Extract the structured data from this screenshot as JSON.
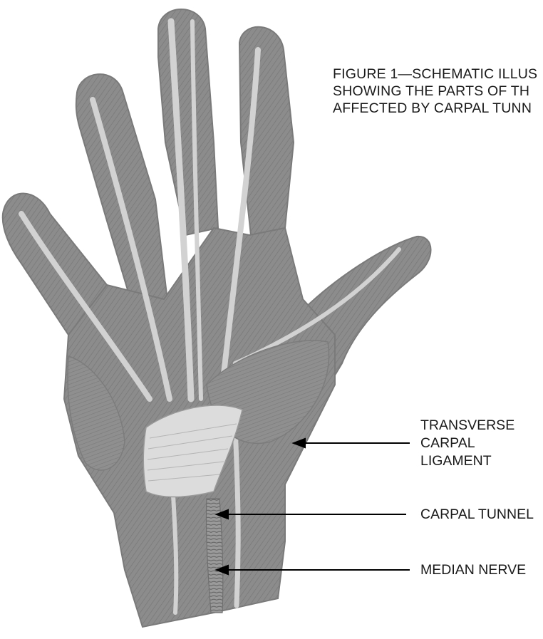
{
  "caption": {
    "line1": "FIGURE 1—SCHEMATIC ILLUS",
    "line2": "SHOWING THE PARTS OF TH",
    "line3": "AFFECTED BY CARPAL TUNN"
  },
  "labels": {
    "ligament": {
      "line1": "TRANSVERSE",
      "line2": "CARPAL",
      "line3": "LIGAMENT"
    },
    "tunnel": "CARPAL TUNNEL",
    "nerve": "MEDIAN NERVE"
  },
  "colors": {
    "illustration": "#8a8a8a",
    "illustration_dark": "#6e6e6e",
    "illustration_light": "#c9c9c9",
    "text": "#1a1a1a"
  }
}
